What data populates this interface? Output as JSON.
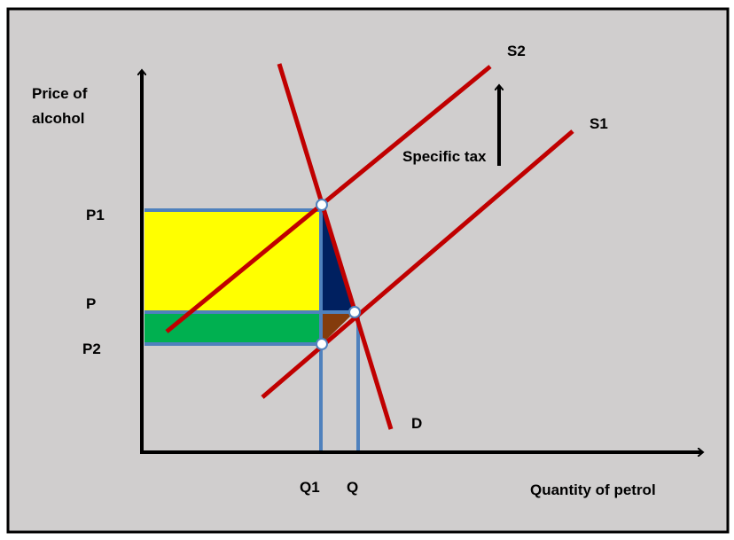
{
  "axes": {
    "y_label_line1": "Price of",
    "y_label_line2": "alcohol",
    "x_label": "Quantity of petrol"
  },
  "prices": {
    "p1": "P1",
    "p": "P",
    "p2": "P2"
  },
  "quantities": {
    "q1": "Q1",
    "q": "Q"
  },
  "curves": {
    "s2": "S2",
    "s1": "S1",
    "d": "D"
  },
  "annotation": {
    "tax": "Specific tax"
  },
  "colors": {
    "background": "#d0cece",
    "curve": "#c00000",
    "guide": "#4f81bd",
    "consumer_tax_area": "#ffff00",
    "producer_tax_area": "#00b050",
    "deadweight_consumer": "#002060",
    "deadweight_producer": "#843c0c"
  }
}
